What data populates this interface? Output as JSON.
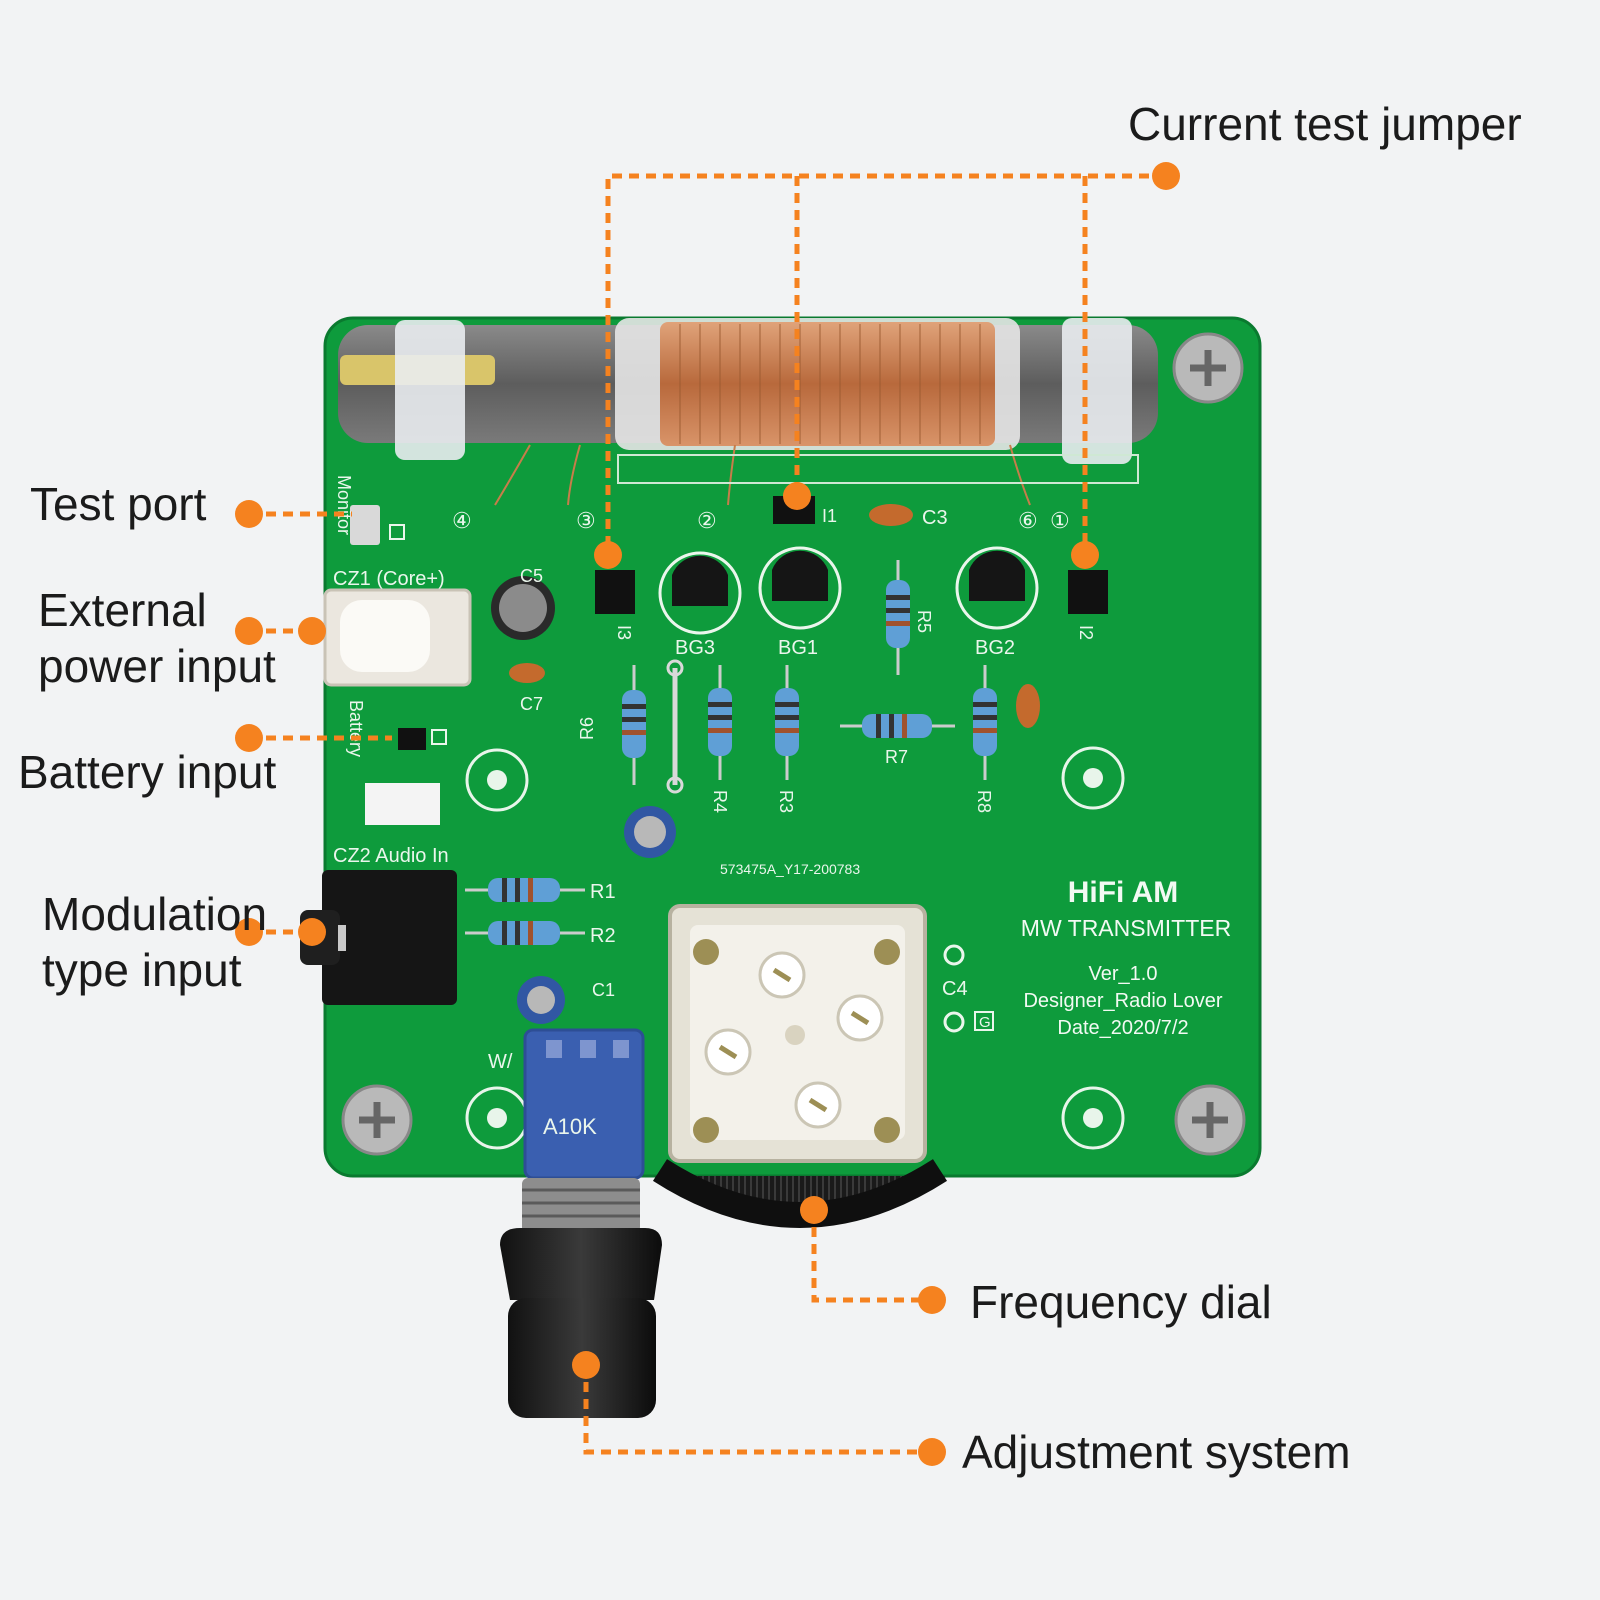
{
  "callouts": {
    "current_test_jumper": "Current test jumper",
    "test_port": "Test port",
    "external_power": [
      "External",
      "power input"
    ],
    "battery_input": "Battery input",
    "modulation_input": [
      "Modulation",
      "type input"
    ],
    "frequency_dial": "Frequency dial",
    "adjustment_system": "Adjustment system"
  },
  "board": {
    "title": "HiFi  AM",
    "subtitle": "MW TRANSMITTER",
    "version": "Ver_1.0",
    "designer": "Designer_Radio Lover",
    "date": "Date_2020/7/2",
    "serial": "573475A_Y17-200783",
    "silk": {
      "cz1": "CZ1 (Core+)",
      "cz2": "CZ2 Audio In",
      "battery": "Battery",
      "monitor": "Monitor",
      "bg1": "BG1",
      "bg2": "BG2",
      "bg3": "BG3",
      "c1": "C1",
      "c3": "C3",
      "c4": "C4",
      "c5": "C5",
      "c7": "C7",
      "r1": "R1",
      "r2": "R2",
      "r3": "R3",
      "r4": "R4",
      "r5": "R5",
      "r6": "R6",
      "r7": "R7",
      "r8": "R8",
      "i1": "I1",
      "i2": "I2",
      "i3": "I3",
      "pin1": "①",
      "pin2": "②",
      "pin3": "③",
      "pin4": "④",
      "pin6": "⑥",
      "g": "G",
      "w": "W/",
      "pot_value": "A10K"
    }
  },
  "colors": {
    "pcb_green": "#0e9b3c",
    "callout_orange": "#f5821f",
    "coil_copper": "#c77d4a",
    "ferrite_gray": "#6f6f6f",
    "pot_blue": "#3a5fb0"
  }
}
